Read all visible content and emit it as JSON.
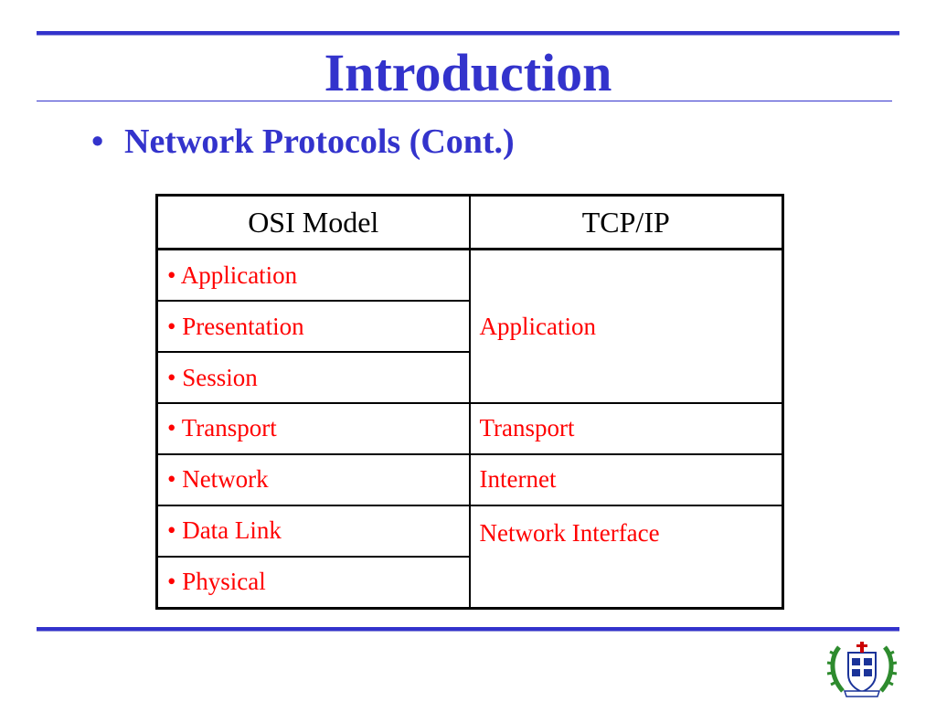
{
  "slide": {
    "title": "Introduction",
    "bullet_symbol": "•",
    "bullet_text": "Network Protocols (Cont.)"
  },
  "table": {
    "headers": [
      "OSI Model",
      "TCP/IP"
    ],
    "osi_layers": [
      "• Application",
      "• Presentation",
      "• Session",
      "• Transport",
      "• Network",
      "• Data Link",
      "• Physical"
    ],
    "tcpip_layers": [
      "Application",
      "Transport",
      "Internet",
      "Network Interface"
    ]
  },
  "colors": {
    "title": "#3333cc",
    "rule": "#3333cc",
    "layer_text": "#ff0000",
    "header_text": "#000000"
  },
  "icons": {
    "logo": "university-crest-icon"
  }
}
